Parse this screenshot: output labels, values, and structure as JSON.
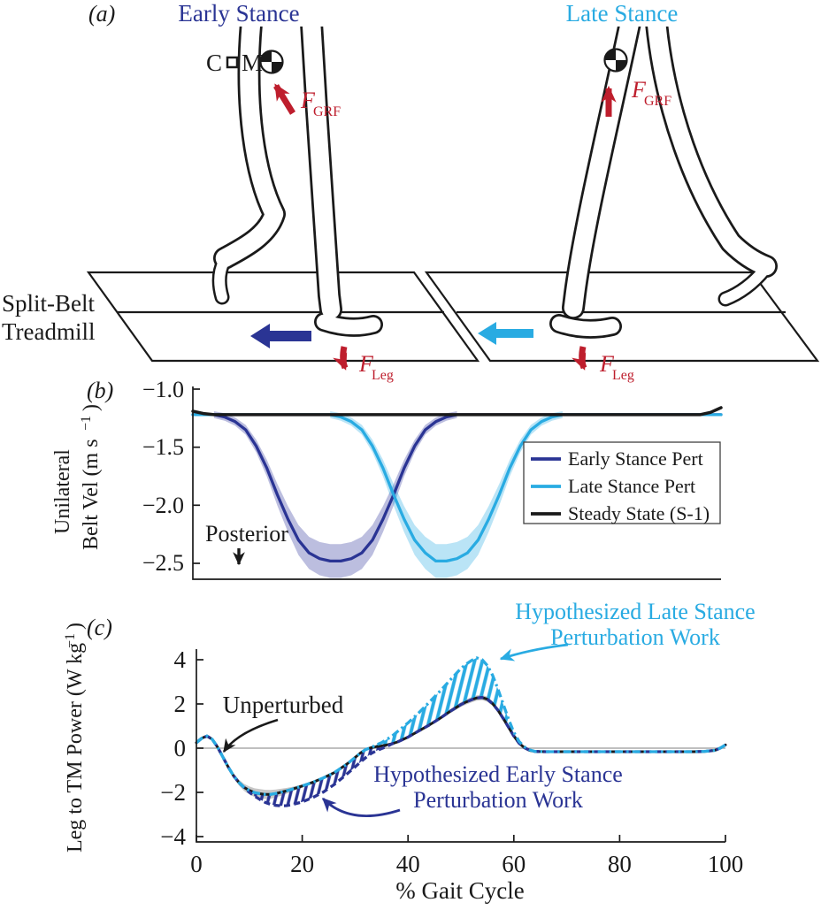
{
  "figure": {
    "colors": {
      "navy": "#2A3494",
      "cyan": "#29ABE2",
      "red": "#BE1E2D",
      "black": "#1a1a1a",
      "gray_band": "rgba(0,0,0,0.22)",
      "navy_band": "rgba(80,85,170,0.38)",
      "cyan_band": "rgba(41,171,226,0.32)"
    },
    "panel_a": {
      "label": "(a)",
      "early_title": "Early Stance",
      "late_title": "Late Stance",
      "com": {
        "c": "C",
        "m": "M"
      },
      "split_belt_line1": "Split-Belt",
      "split_belt_line2": "Treadmill",
      "f_grf": {
        "symbol": "F",
        "subscript": "GRF"
      },
      "f_leg": {
        "symbol": "F",
        "subscript": "Leg"
      }
    },
    "panel_b": {
      "label": "(b)",
      "ylabel_line1": "Unilateral",
      "ylabel_line2": "Belt Vel (m s",
      "ylabel_sup": "−1",
      "ylabel_close": ")"
    },
    "panel_c": {
      "label": "(c)",
      "ylabel": "Leg to TM Power (W kg",
      "ylabel_sup": "−1",
      "ylabel_close": ")",
      "ann_late_line1": "Hypothesized Late Stance",
      "ann_late_line2": "Perturbation Work",
      "ann_early_line1": "Hypothesized Early Stance",
      "ann_early_line2": "Perturbation Work"
    }
  },
  "chart_data": [
    {
      "type": "line",
      "panel": "b",
      "title": "",
      "xlabel": "",
      "ylabel": "Unilateral Belt Vel (m s−1)",
      "xlim": [
        0,
        100
      ],
      "ylim": [
        -2.6,
        -0.95
      ],
      "grid": false,
      "yticks": [
        -1.0,
        -1.5,
        -2.0,
        -2.5
      ],
      "ytick_labels": [
        "−1.0",
        "−1.5",
        "−2.0",
        "−2.5"
      ],
      "annotation": "Posterior",
      "legend_position": "right",
      "x": [
        0,
        2,
        4,
        6,
        8,
        10,
        12,
        14,
        16,
        18,
        20,
        22,
        24,
        26,
        28,
        30,
        32,
        34,
        36,
        38,
        40,
        42,
        44,
        46,
        48,
        50,
        52,
        54,
        56,
        58,
        60,
        62,
        64,
        66,
        68,
        70,
        72,
        74,
        76,
        78,
        80,
        82,
        84,
        86,
        88,
        90,
        92,
        94,
        96,
        98,
        100
      ],
      "series": [
        {
          "name": "Early Stance Pert",
          "color": "#2A3494",
          "band": true,
          "y": [
            -1.22,
            -1.22,
            -1.22,
            -1.24,
            -1.28,
            -1.35,
            -1.49,
            -1.68,
            -1.91,
            -2.12,
            -2.3,
            -2.41,
            -2.46,
            -2.48,
            -2.48,
            -2.46,
            -2.41,
            -2.3,
            -2.12,
            -1.91,
            -1.68,
            -1.49,
            -1.35,
            -1.28,
            -1.24,
            -1.22,
            -1.22,
            -1.22,
            -1.22,
            -1.22,
            -1.22,
            -1.22,
            -1.22,
            -1.22,
            -1.22,
            -1.22,
            -1.22,
            -1.22,
            -1.22,
            -1.22,
            -1.22,
            -1.22,
            -1.22,
            -1.22,
            -1.22,
            -1.22,
            -1.22,
            -1.22,
            -1.22,
            -1.22,
            -1.22
          ]
        },
        {
          "name": "Late Stance Pert",
          "color": "#29ABE2",
          "band": true,
          "y": [
            -1.22,
            -1.22,
            -1.22,
            -1.22,
            -1.22,
            -1.22,
            -1.22,
            -1.22,
            -1.22,
            -1.22,
            -1.22,
            -1.22,
            -1.22,
            -1.22,
            -1.24,
            -1.28,
            -1.35,
            -1.49,
            -1.68,
            -1.91,
            -2.12,
            -2.3,
            -2.41,
            -2.48,
            -2.48,
            -2.46,
            -2.41,
            -2.3,
            -2.12,
            -1.91,
            -1.68,
            -1.49,
            -1.35,
            -1.28,
            -1.24,
            -1.22,
            -1.22,
            -1.22,
            -1.22,
            -1.22,
            -1.22,
            -1.22,
            -1.22,
            -1.22,
            -1.22,
            -1.22,
            -1.22,
            -1.22,
            -1.22,
            -1.22,
            -1.22
          ]
        },
        {
          "name": "Steady State (S-1)",
          "color": "#1a1a1a",
          "band": false,
          "y": [
            -1.19,
            -1.21,
            -1.22,
            -1.22,
            -1.22,
            -1.22,
            -1.22,
            -1.22,
            -1.22,
            -1.22,
            -1.22,
            -1.22,
            -1.22,
            -1.22,
            -1.22,
            -1.22,
            -1.22,
            -1.22,
            -1.22,
            -1.22,
            -1.22,
            -1.22,
            -1.22,
            -1.22,
            -1.22,
            -1.22,
            -1.22,
            -1.22,
            -1.22,
            -1.22,
            -1.22,
            -1.22,
            -1.22,
            -1.22,
            -1.22,
            -1.22,
            -1.22,
            -1.22,
            -1.22,
            -1.22,
            -1.22,
            -1.22,
            -1.22,
            -1.22,
            -1.22,
            -1.22,
            -1.22,
            -1.22,
            -1.22,
            -1.2,
            -1.16
          ]
        }
      ]
    },
    {
      "type": "line",
      "panel": "c",
      "title": "",
      "xlabel": "% Gait Cycle",
      "ylabel": "Leg to TM Power (W kg−1)",
      "xlim": [
        0,
        100
      ],
      "ylim": [
        -4.5,
        4.5
      ],
      "grid": false,
      "xticks": [
        0,
        20,
        40,
        60,
        80,
        100
      ],
      "xtick_labels": [
        "0",
        "20",
        "40",
        "60",
        "80",
        "100"
      ],
      "yticks": [
        4,
        2,
        0,
        -2,
        -4
      ],
      "ytick_labels": [
        "4",
        "2",
        "0",
        "−2",
        "−4"
      ],
      "annotations": [
        "Unperturbed",
        "Hypothesized Late Stance Perturbation Work",
        "Hypothesized Early Stance Perturbation Work"
      ],
      "x": [
        0,
        1,
        2,
        3,
        4,
        5,
        6,
        7,
        8,
        9,
        10,
        11,
        12,
        13,
        14,
        15,
        16,
        17,
        18,
        20,
        22,
        24,
        26,
        28,
        29,
        30,
        31,
        32,
        33,
        34,
        35,
        36,
        37,
        38,
        40,
        42,
        44,
        46,
        48,
        50,
        51,
        52,
        53,
        54,
        55,
        56,
        57,
        58,
        59,
        60,
        61,
        62,
        63,
        64,
        66,
        70,
        75,
        80,
        85,
        90,
        94,
        96,
        98,
        99,
        100
      ],
      "series": [
        {
          "name": "Unperturbed",
          "style": "solid",
          "color": "#1a1a1a",
          "band": "gray",
          "y": [
            0.25,
            0.45,
            0.55,
            0.4,
            0.05,
            -0.4,
            -0.85,
            -1.25,
            -1.55,
            -1.78,
            -1.92,
            -2.02,
            -2.07,
            -2.1,
            -2.1,
            -2.06,
            -2.0,
            -1.94,
            -1.87,
            -1.72,
            -1.55,
            -1.35,
            -1.12,
            -0.8,
            -0.62,
            -0.42,
            -0.22,
            -0.06,
            0.02,
            0.07,
            0.1,
            0.15,
            0.2,
            0.28,
            0.5,
            0.78,
            1.05,
            1.35,
            1.68,
            1.98,
            2.1,
            2.2,
            2.28,
            2.3,
            2.22,
            2.02,
            1.72,
            1.35,
            0.95,
            0.55,
            0.22,
            0.02,
            -0.1,
            -0.15,
            -0.16,
            -0.16,
            -0.16,
            -0.16,
            -0.16,
            -0.16,
            -0.16,
            -0.15,
            -0.1,
            0.0,
            0.15
          ]
        },
        {
          "name": "Hypothesized Early Stance Perturbation Work",
          "style": "dashed",
          "color": "#2A3494",
          "hatch": "below",
          "hatch_range": [
            10,
            36
          ],
          "y": [
            0.25,
            0.45,
            0.55,
            0.4,
            0.05,
            -0.4,
            -0.85,
            -1.25,
            -1.55,
            -1.78,
            -2.0,
            -2.18,
            -2.33,
            -2.46,
            -2.55,
            -2.6,
            -2.62,
            -2.61,
            -2.57,
            -2.44,
            -2.24,
            -1.99,
            -1.66,
            -1.27,
            -1.06,
            -0.85,
            -0.63,
            -0.43,
            -0.25,
            -0.12,
            -0.02,
            0.08,
            0.2,
            0.28,
            0.5,
            0.78,
            1.05,
            1.35,
            1.68,
            1.98,
            2.1,
            2.2,
            2.28,
            2.3,
            2.22,
            2.02,
            1.72,
            1.35,
            0.95,
            0.55,
            0.22,
            0.02,
            -0.1,
            -0.15,
            -0.16,
            -0.16,
            -0.16,
            -0.16,
            -0.16,
            -0.16,
            -0.16,
            -0.15,
            -0.1,
            0.0,
            0.15
          ]
        },
        {
          "name": "Hypothesized Late Stance Perturbation Work",
          "style": "dashdot",
          "color": "#29ABE2",
          "hatch": "above",
          "hatch_range": [
            34,
            63
          ],
          "y": [
            0.25,
            0.45,
            0.55,
            0.4,
            0.05,
            -0.4,
            -0.85,
            -1.25,
            -1.55,
            -1.78,
            -1.92,
            -2.02,
            -2.07,
            -2.1,
            -2.1,
            -2.06,
            -2.0,
            -1.94,
            -1.87,
            -1.72,
            -1.55,
            -1.35,
            -1.12,
            -0.8,
            -0.62,
            -0.42,
            -0.22,
            -0.06,
            0.02,
            0.15,
            0.25,
            0.4,
            0.55,
            0.75,
            1.15,
            1.6,
            2.08,
            2.58,
            3.1,
            3.62,
            3.82,
            3.98,
            4.1,
            4.02,
            3.75,
            3.3,
            2.68,
            2.0,
            1.32,
            0.72,
            0.3,
            0.06,
            -0.08,
            -0.15,
            -0.16,
            -0.16,
            -0.16,
            -0.16,
            -0.16,
            -0.16,
            -0.16,
            -0.15,
            -0.1,
            0.0,
            0.15
          ]
        }
      ]
    }
  ]
}
